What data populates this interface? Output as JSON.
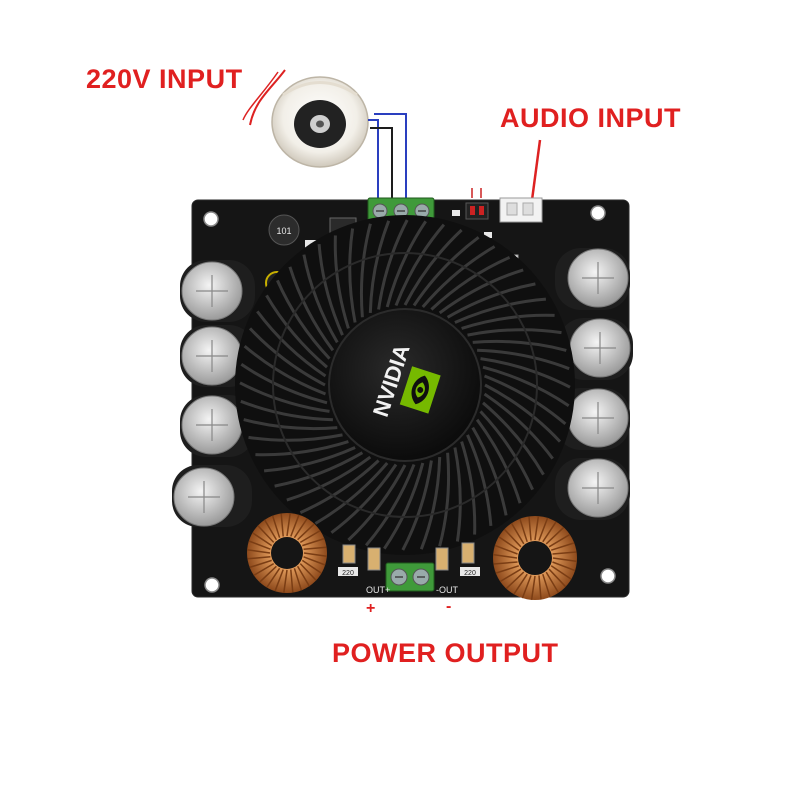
{
  "labels": {
    "input_220v": "220V INPUT",
    "audio_input": "AUDIO INPUT",
    "power_output": "POWER OUTPUT",
    "plus": "+",
    "minus": "-"
  },
  "board": {
    "fan_brand": "NVIDIA",
    "inductor_marking": "101",
    "out_plus": "OUT+",
    "out_minus": "-OUT",
    "resistor_marking_left": "220",
    "resistor_marking_right": "220"
  },
  "colors": {
    "label_red": "#e02020",
    "pcb": "#151515",
    "terminal_green": "#3f9a3a",
    "nvidia_green": "#76b900",
    "copper": "#c8743a"
  }
}
